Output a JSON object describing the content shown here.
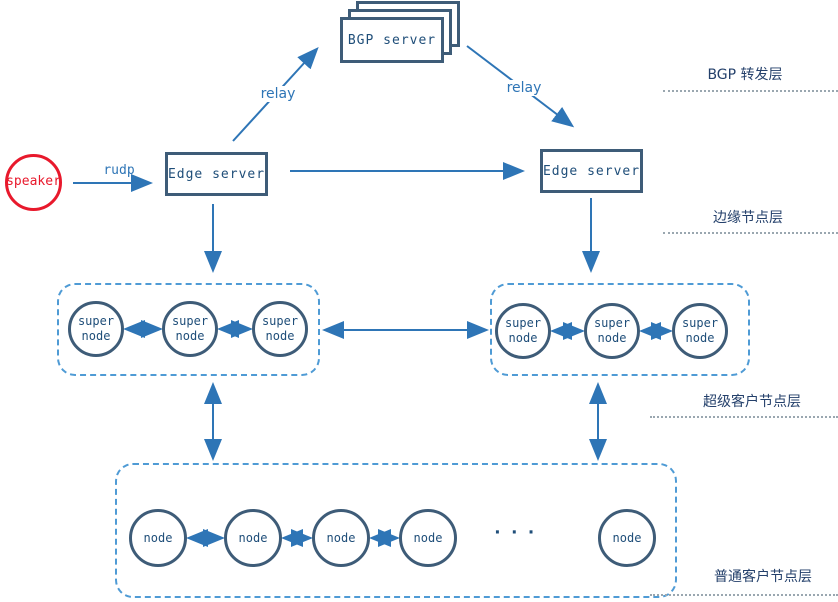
{
  "colors": {
    "box_border": "#3e5c78",
    "box_text": "#1f4e79",
    "arrow_blue": "#2e75b6",
    "cluster_dashed_border": "#4f9bd5",
    "speaker_red": "#e8192c",
    "layer_label_text": "#24406b",
    "separator_dotted": "#9aa7b0"
  },
  "nodes": {
    "bgp_server": {
      "label": "BGP server"
    },
    "edge_server_left": {
      "label": "Edge server"
    },
    "edge_server_right": {
      "label": "Edge server"
    },
    "speaker": {
      "label": "speaker"
    }
  },
  "edges": {
    "rudp": {
      "label": "rudp"
    },
    "relay_left": {
      "label": "relay"
    },
    "relay_right": {
      "label": "relay"
    }
  },
  "clusters": {
    "super_left": {
      "nodes": [
        {
          "label": "super node"
        },
        {
          "label": "super node"
        },
        {
          "label": "super node"
        }
      ]
    },
    "super_right": {
      "nodes": [
        {
          "label": "super node"
        },
        {
          "label": "super node"
        },
        {
          "label": "super node"
        }
      ]
    },
    "ordinary": {
      "nodes": [
        {
          "label": "node"
        },
        {
          "label": "node"
        },
        {
          "label": "node"
        },
        {
          "label": "node"
        },
        {
          "label": "node"
        }
      ],
      "ellipsis": "···"
    }
  },
  "layers": [
    {
      "label": "BGP 转发层"
    },
    {
      "label": "边缘节点层"
    },
    {
      "label": "超级客户节点层"
    },
    {
      "label": "普通客户节点层"
    }
  ]
}
